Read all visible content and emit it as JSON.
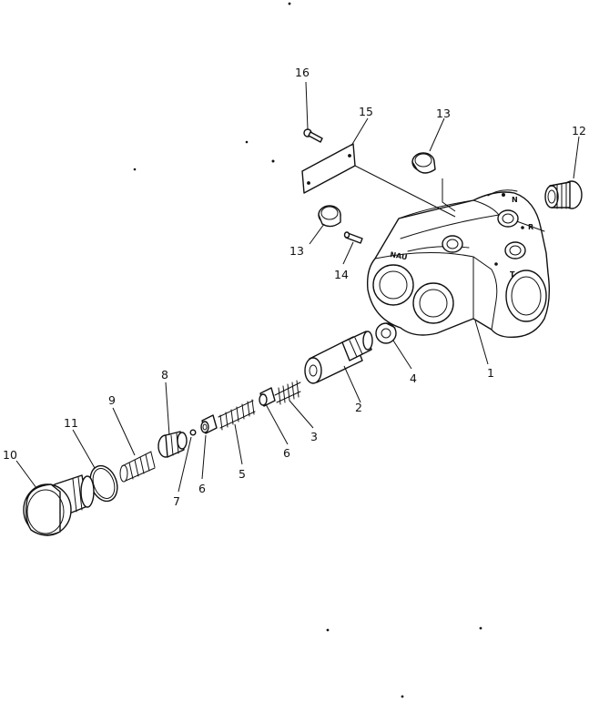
{
  "callouts": [
    "1",
    "2",
    "3",
    "4",
    "5",
    "6",
    "6",
    "7",
    "8",
    "9",
    "10",
    "11",
    "12",
    "13",
    "13",
    "14",
    "15",
    "16"
  ],
  "body_marks": {
    "port_a": "N",
    "port_b": "R",
    "port_c": "T",
    "side_text": "NAU"
  }
}
